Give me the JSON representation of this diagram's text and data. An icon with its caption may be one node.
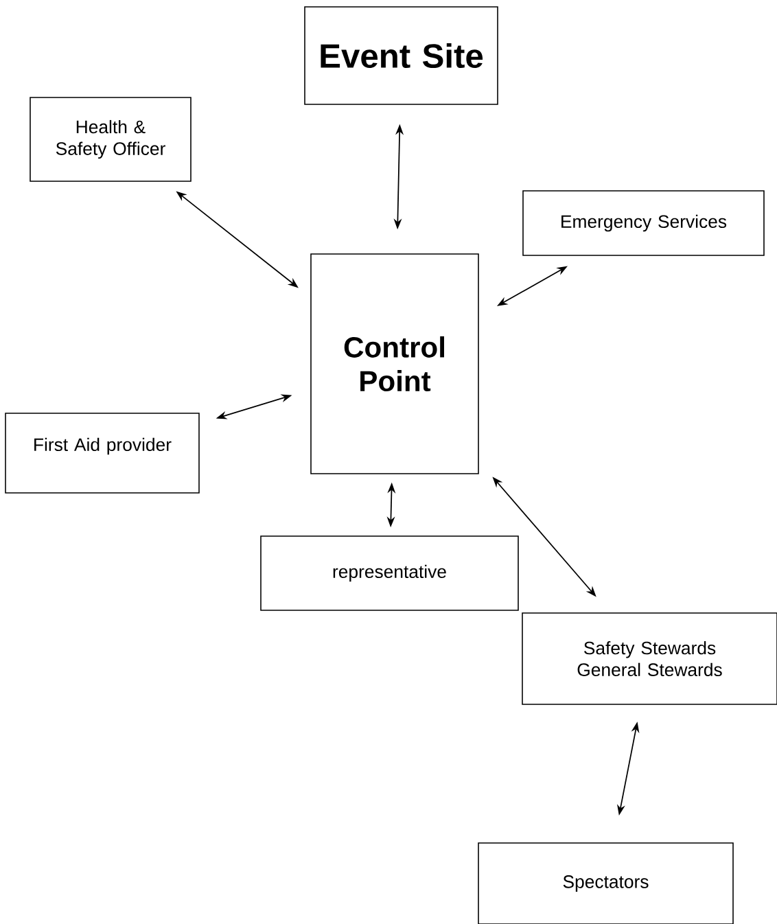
{
  "diagram": {
    "nodes": [
      {
        "text": [
          "Event Site"
        ]
      },
      {
        "text": [
          "Health & Safety Officer"
        ]
      },
      {
        "text": [
          "Emergency Services"
        ]
      },
      {
        "text": [
          "Control Point"
        ]
      },
      {
        "text": [
          "First Aid provider"
        ]
      },
      {
        "text": [
          "representative"
        ]
      },
      {
        "text": [
          "Safety Stewards General Stewards"
        ]
      },
      {
        "text": [
          "Spectators"
        ]
      }
    ],
    "edges": [
      {
        "from": 0,
        "to": 3,
        "arrow": "both"
      },
      {
        "from": 1,
        "to": 3,
        "arrow": "both"
      },
      {
        "from": 4,
        "to": 3,
        "arrow": "both"
      },
      {
        "from": 2,
        "to": 3,
        "arrow": "both"
      },
      {
        "from": 3,
        "to": 5,
        "arrow": "both"
      },
      {
        "from": 3,
        "to": 6,
        "arrow": "both"
      },
      {
        "from": 6,
        "to": 7,
        "arrow": "both"
      }
    ]
  }
}
